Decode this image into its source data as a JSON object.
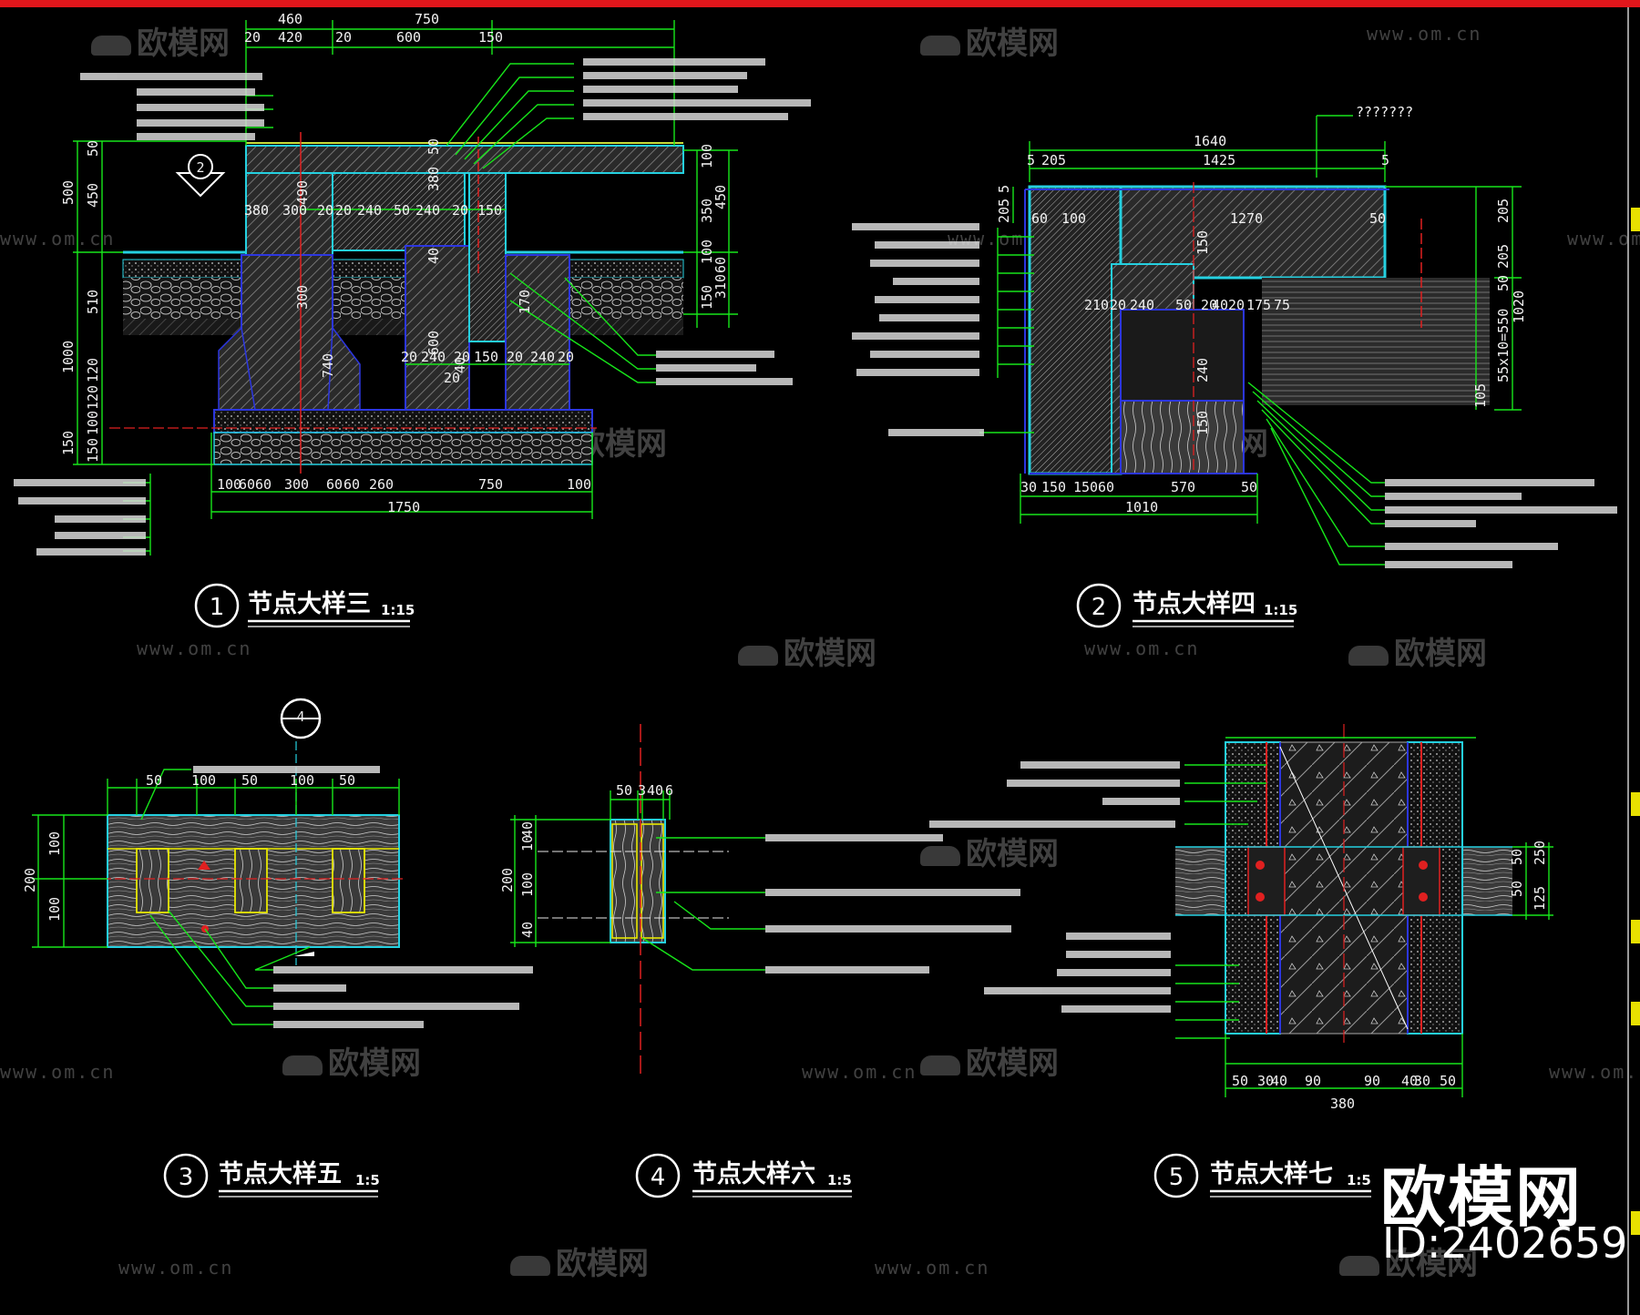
{
  "watermark": {
    "logo_text": "欧模网",
    "url": "www.om.cn"
  },
  "brand": {
    "name": "欧模网",
    "id": "ID:2402659"
  },
  "details": [
    {
      "number": "1",
      "title": "节点大样三",
      "scale": "1:15",
      "top_dims": [
        "460",
        "750",
        "20",
        "420",
        "20",
        "600",
        "150"
      ],
      "bottom_dims": [
        "100",
        "60",
        "60",
        "300",
        "60",
        "60",
        "260",
        "750",
        "100"
      ],
      "total": "1750",
      "left_dims": [
        "50",
        "500",
        "450",
        "510",
        "1000",
        "120",
        "120",
        "150",
        "100",
        "150"
      ],
      "inner_dims": [
        "380",
        "300",
        "20",
        "20",
        "240",
        "50",
        "240",
        "20",
        "150",
        "490",
        "300",
        "380",
        "50",
        "40",
        "600",
        "20",
        "240",
        "20",
        "150",
        "20",
        "240",
        "20",
        "20",
        "40",
        "740"
      ],
      "right_dims": [
        "100",
        "350",
        "450",
        "100",
        "60",
        "310",
        "150",
        "170"
      ],
      "callout": "2"
    },
    {
      "number": "2",
      "title": "节点大样四",
      "scale": "1:15",
      "top_label": "???????",
      "top_dims": [
        "1640",
        "5",
        "205",
        "1425",
        "5"
      ],
      "inner_dims": [
        "60",
        "100",
        "1270",
        "50",
        "210",
        "20",
        "240",
        "50",
        "20",
        "40",
        "20",
        "175",
        "75",
        "150",
        "240",
        "150"
      ],
      "bottom_dims": [
        "30",
        "150",
        "150",
        "60",
        "570",
        "50"
      ],
      "total": "1010",
      "left_dims": [
        "205",
        "5"
      ],
      "right_dims": [
        "205",
        "205",
        "50",
        "1020",
        "55x10=550",
        "105"
      ]
    },
    {
      "number": "3",
      "title": "节点大样五",
      "scale": "1:5",
      "top_dims": [
        "50",
        "100",
        "50",
        "100",
        "50"
      ],
      "left_dims": [
        "200",
        "100",
        "100"
      ],
      "callout": "4"
    },
    {
      "number": "4",
      "title": "节点大样六",
      "scale": "1:5",
      "top_dims": [
        "50",
        "3",
        "40",
        "6"
      ],
      "left_dims": [
        "40",
        "10",
        "200",
        "100",
        "40"
      ]
    },
    {
      "number": "5",
      "title": "节点大样七",
      "scale": "1:5",
      "bottom_dims": [
        "50",
        "30",
        "40",
        "90",
        "90",
        "40",
        "30",
        "50"
      ],
      "total": "380",
      "right_dims": [
        "250",
        "50",
        "125",
        "50"
      ]
    }
  ]
}
